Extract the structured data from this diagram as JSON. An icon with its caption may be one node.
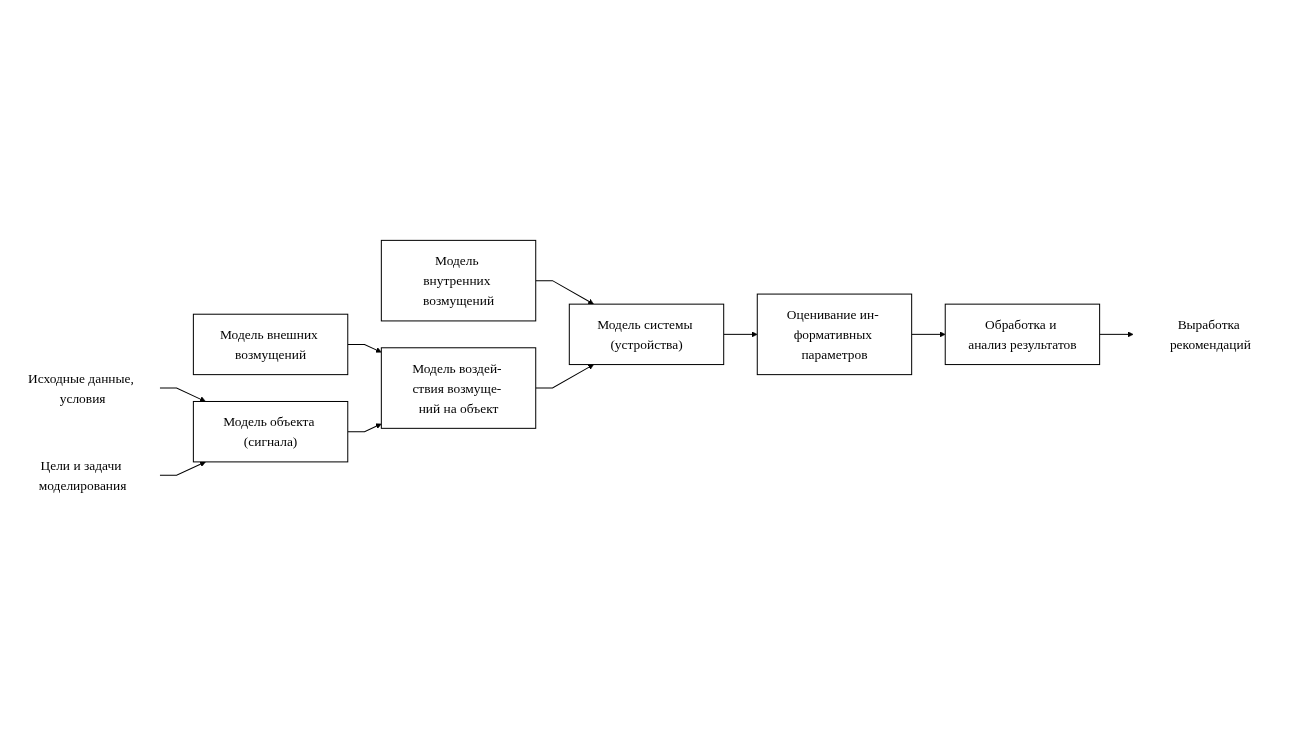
{
  "diagram": {
    "nodes": [
      {
        "text": [
          "Исходные данные, условия"
        ]
      },
      {
        "text": [
          "Модель внешних возмущений"
        ]
      },
      {
        "text": [
          "Модель внутренних возмущений"
        ]
      },
      {
        "text": [
          "Модель объекта (сигнала)"
        ]
      },
      {
        "text": [
          "Модель воздей- ствия возмуще- ний на объект"
        ]
      },
      {
        "text": [
          "Модель системы (устройства)"
        ]
      },
      {
        "text": [
          "Оценивание ин- формативных параметров"
        ]
      },
      {
        "text": [
          "Обработка и анализ результатов"
        ]
      },
      {
        "text": [
          "Цели и задачи моделирования"
        ]
      },
      {
        "text": [
          "Выработка рекомендаций"
        ]
      }
    ],
    "edges": [
      {
        "from": 0,
        "to": 3,
        "arrow": "to"
      },
      {
        "from": 8,
        "to": 3,
        "arrow": "to"
      },
      {
        "from": 1,
        "to": 4,
        "arrow": "to"
      },
      {
        "from": 2,
        "to": 5,
        "arrow": "to"
      },
      {
        "from": 3,
        "to": 4,
        "arrow": "to"
      },
      {
        "from": 4,
        "to": 5,
        "arrow": "to"
      },
      {
        "from": 5,
        "to": 6,
        "arrow": "to"
      },
      {
        "from": 6,
        "to": 7,
        "arrow": "to"
      },
      {
        "from": 7,
        "to": 9,
        "arrow": "to"
      }
    ]
  }
}
